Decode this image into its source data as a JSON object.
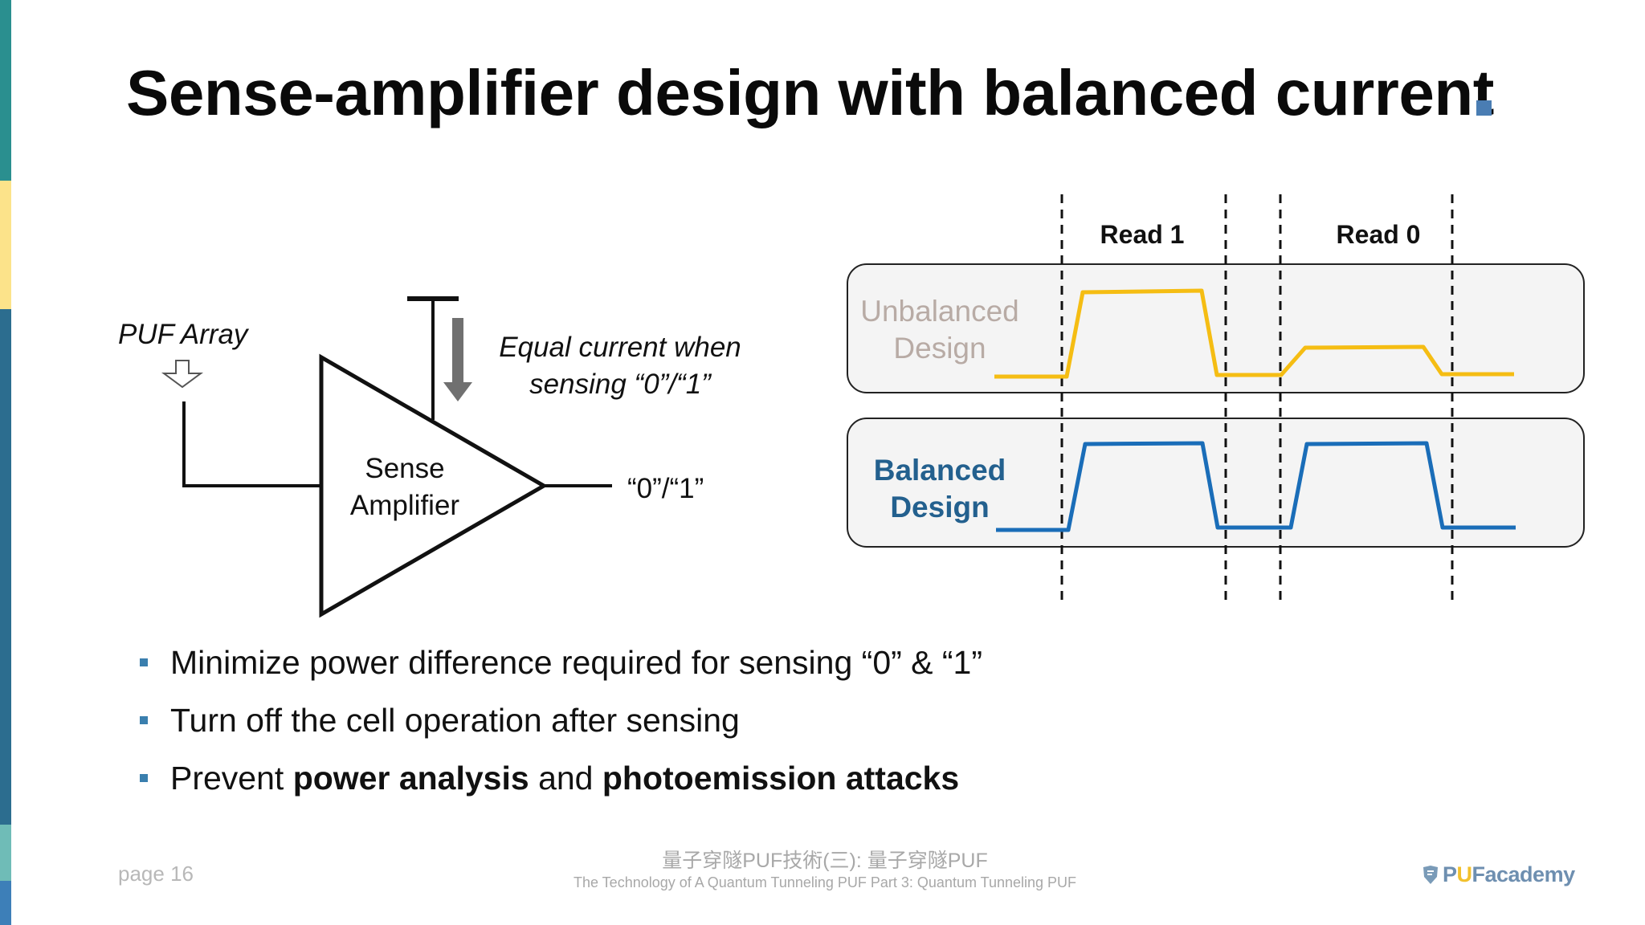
{
  "colors": {
    "accent_bar": [
      "#2a8f8f",
      "#fce38a",
      "#2c6d8f",
      "#6fbcb7",
      "#3d7fb8"
    ],
    "title_dot": "#4a7db3",
    "unbalanced_wave": "#f5bd13",
    "balanced_wave": "#1a6db8",
    "unbalanced_label": "#b8aba5",
    "balanced_label": "#23608e",
    "bullet_square": "#3a7fae"
  },
  "slide": {
    "title": "Sense-amplifier design with balanced current"
  },
  "circuit": {
    "input_label": "PUF Array",
    "amp_label_line1": "Sense",
    "amp_label_line2": "Amplifier",
    "current_note_line1": "Equal current when",
    "current_note_line2": "sensing “0”/“1”",
    "output_label": "“0”/“1”",
    "icons": [
      "down-arrow-outline-icon",
      "ground-bar-icon",
      "current-arrow-icon"
    ]
  },
  "timing": {
    "phase_labels": [
      "Read 1",
      "Read 0"
    ],
    "unbalanced_label_line1": "Unbalanced",
    "unbalanced_label_line2": "Design",
    "balanced_label_line1": "Balanced",
    "balanced_label_line2": "Design"
  },
  "bullets": [
    {
      "parts": [
        {
          "text": "Minimize power difference required for sensing “0” & “1”",
          "bold": false
        }
      ]
    },
    {
      "parts": [
        {
          "text": "Turn off the cell operation after sensing",
          "bold": false
        }
      ]
    },
    {
      "parts": [
        {
          "text": "Prevent ",
          "bold": false
        },
        {
          "text": "power analysis",
          "bold": true
        },
        {
          "text": " and ",
          "bold": false
        },
        {
          "text": "photoemission attacks",
          "bold": true
        }
      ]
    }
  ],
  "footer": {
    "page": "page 16",
    "title_zh": "量子穿隧PUF技術(三): 量子穿隧PUF",
    "title_en": "The Technology of A Quantum Tunneling PUF Part 3: Quantum Tunneling PUF",
    "logo_p": "P",
    "logo_u": "U",
    "logo_rest": "Facademy"
  }
}
